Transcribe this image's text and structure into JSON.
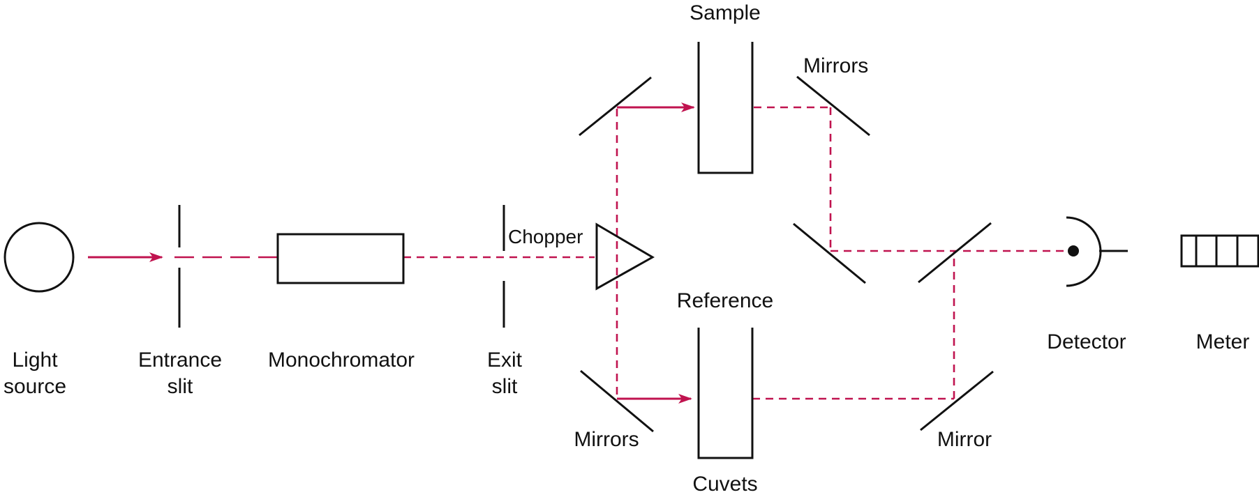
{
  "diagram": {
    "colors": {
      "beam": "#c0134f",
      "component": "#111111",
      "background": "#ffffff"
    },
    "labels": {
      "light_source": [
        "Light",
        "source"
      ],
      "entrance_slit": [
        "Entrance",
        "slit"
      ],
      "monochromator": "Monochromator",
      "exit_slit": [
        "Exit",
        "slit"
      ],
      "chopper": "Chopper",
      "sample": "Sample",
      "reference": "Reference",
      "mirrors_top": "Mirrors",
      "mirrors_bottom": "Mirrors",
      "mirror": "Mirror",
      "cuvets": "Cuvets",
      "detector": "Detector",
      "meter": "Meter"
    }
  }
}
